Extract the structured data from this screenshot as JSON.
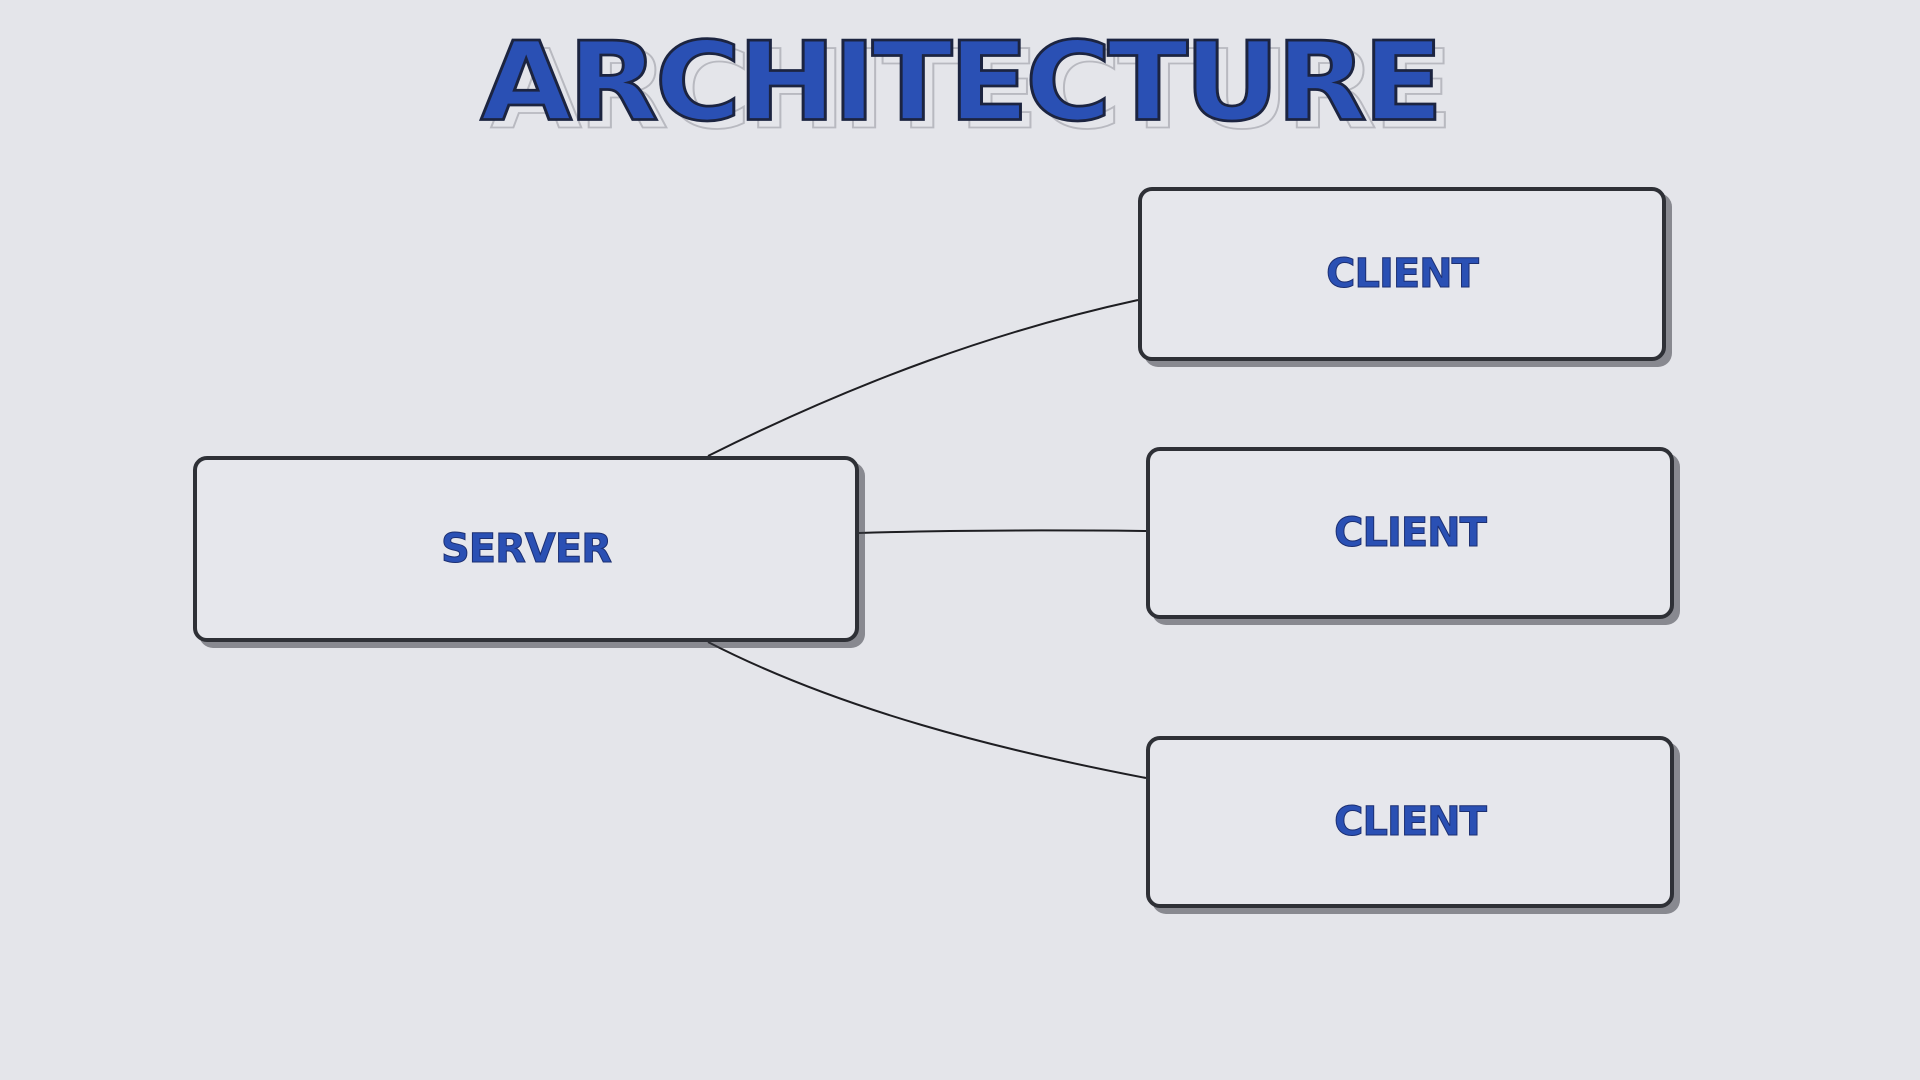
{
  "title": "ARCHITECTURE",
  "server": {
    "label": "SERVER"
  },
  "clients": [
    {
      "label": "CLIENT"
    },
    {
      "label": "CLIENT"
    },
    {
      "label": "CLIENT"
    }
  ],
  "colors": {
    "background": "#e4e5ea",
    "accent_text": "#2a50b4",
    "box_border": "#2e3036",
    "box_fill": "#e6e7ec",
    "connector": "#1e1e22"
  }
}
